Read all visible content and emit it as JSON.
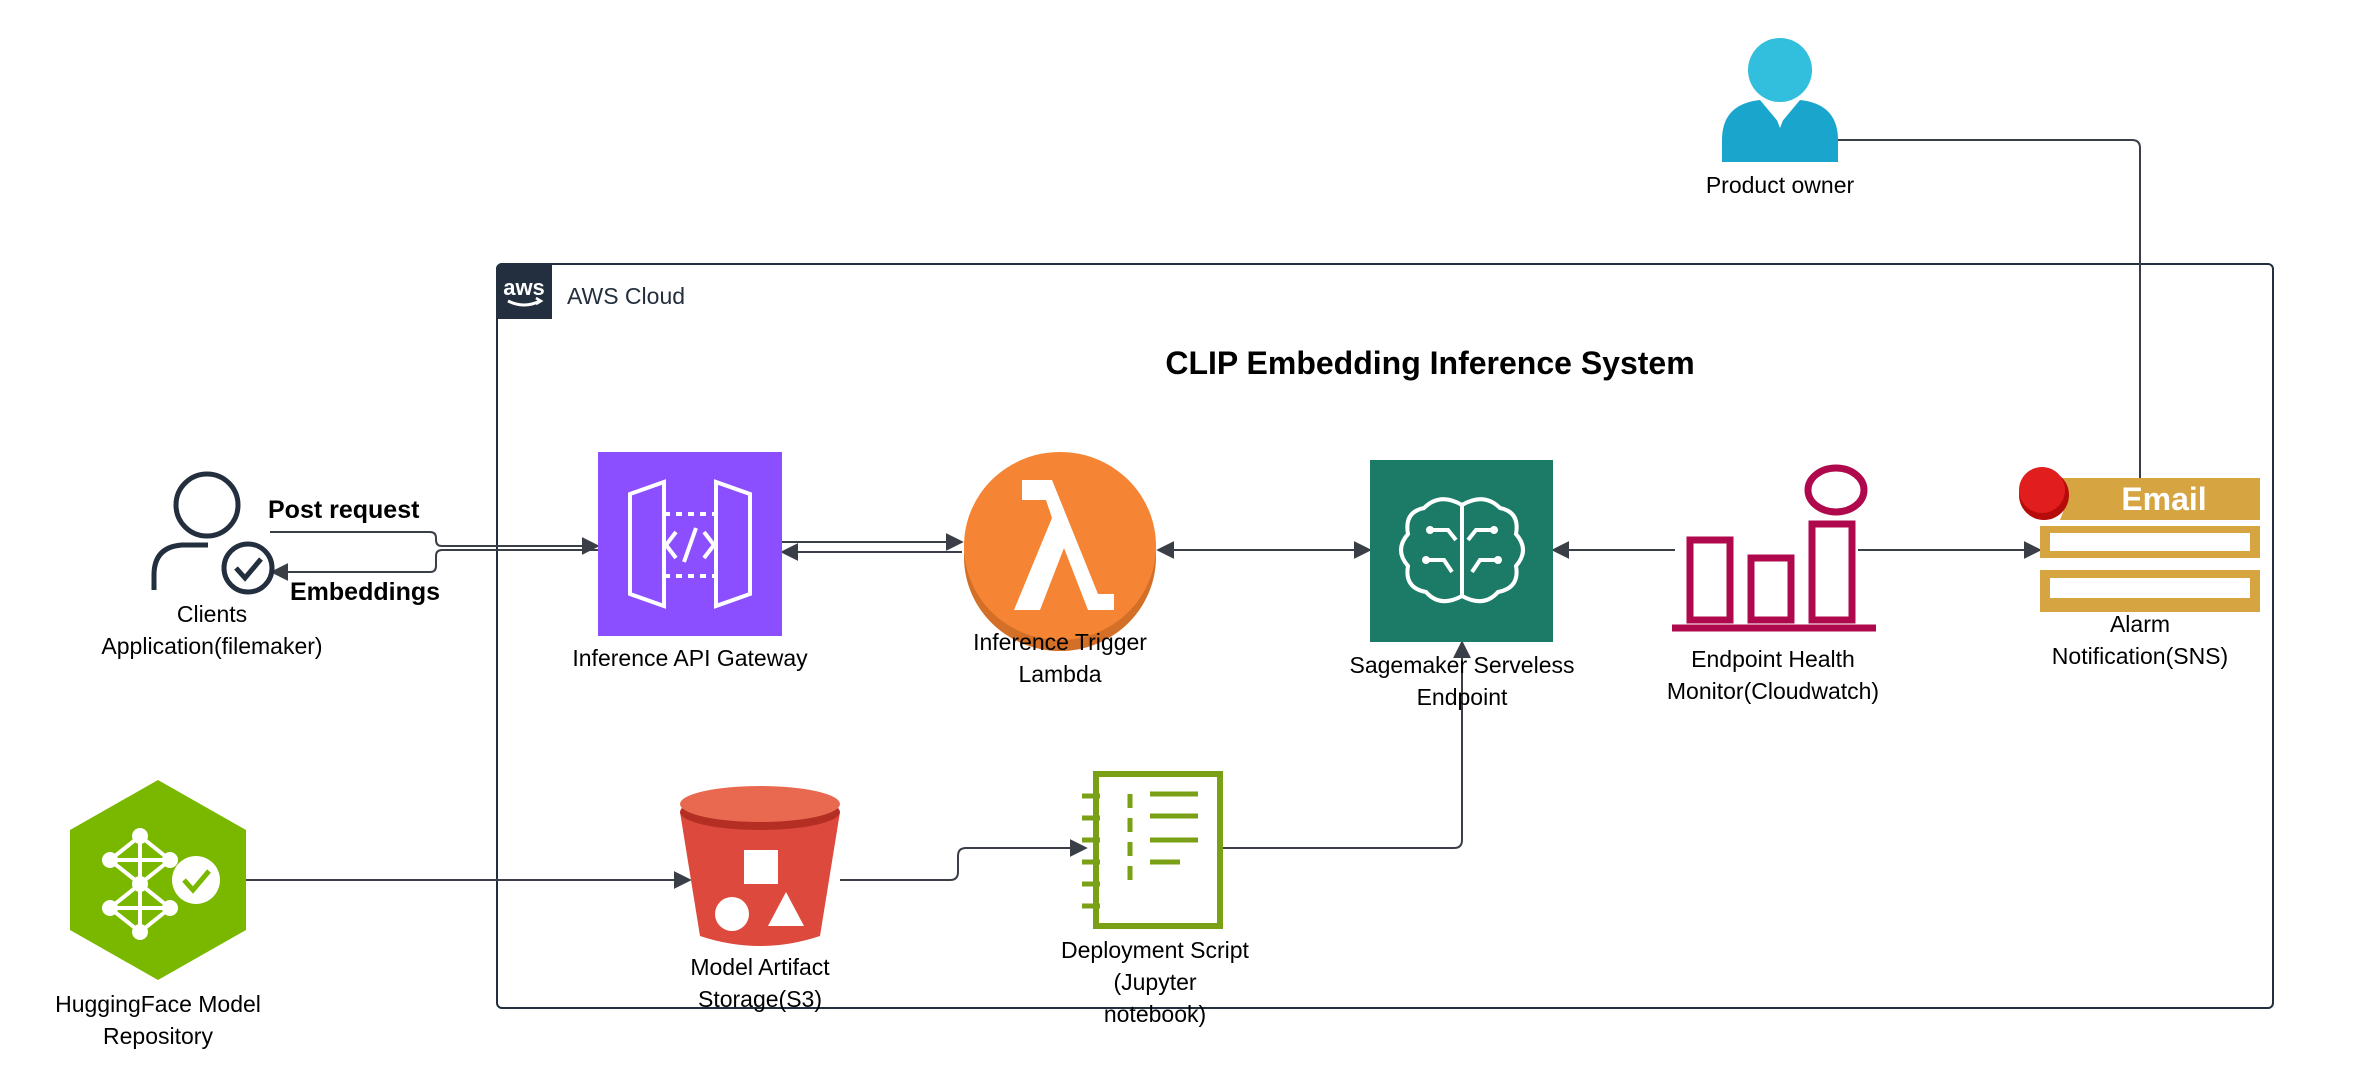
{
  "cloud": {
    "label": "AWS Cloud",
    "logo_text": "aws"
  },
  "title": "CLIP Embedding Inference System",
  "nodes": {
    "product_owner": {
      "label": "Product owner",
      "icon": "user-icon"
    },
    "clients": {
      "line1": "Clients",
      "line2": "Application(filemaker)",
      "icon": "user-check-icon"
    },
    "api_gateway": {
      "label": "Inference API Gateway",
      "icon": "api-gateway-icon",
      "color": "#8c4fff"
    },
    "lambda": {
      "line1": "Inference Trigger",
      "line2": "Lambda",
      "icon": "lambda-icon",
      "color": "#f58534"
    },
    "sagemaker": {
      "line1": "Sagemaker Serveless",
      "line2": "Endpoint",
      "icon": "sagemaker-brain-icon",
      "color": "#1b7b67"
    },
    "cloudwatch": {
      "line1": "Endpoint Health",
      "line2": "Monitor(Cloudwatch)",
      "icon": "cloudwatch-alarm-icon",
      "color": "#b0084d"
    },
    "sns": {
      "line1": "Alarm",
      "line2": "Notification(SNS)",
      "icon": "email-notification-icon",
      "badge": "Email",
      "color": "#d6a542"
    },
    "huggingface": {
      "line1": "HuggingFace Model",
      "line2": "Repository",
      "icon": "model-hexagon-icon",
      "color": "#7ab800"
    },
    "s3": {
      "line1": "Model Artifact",
      "line2": "Storage(S3)",
      "icon": "s3-bucket-icon",
      "color": "#dd4a3d"
    },
    "notebook": {
      "line1": "Deployment Script",
      "line2": "(Jupyter",
      "line3": "notebook)",
      "icon": "notebook-icon",
      "color": "#7aa116"
    }
  },
  "edges": {
    "post_request": "Post request",
    "embeddings": "Embeddings"
  }
}
